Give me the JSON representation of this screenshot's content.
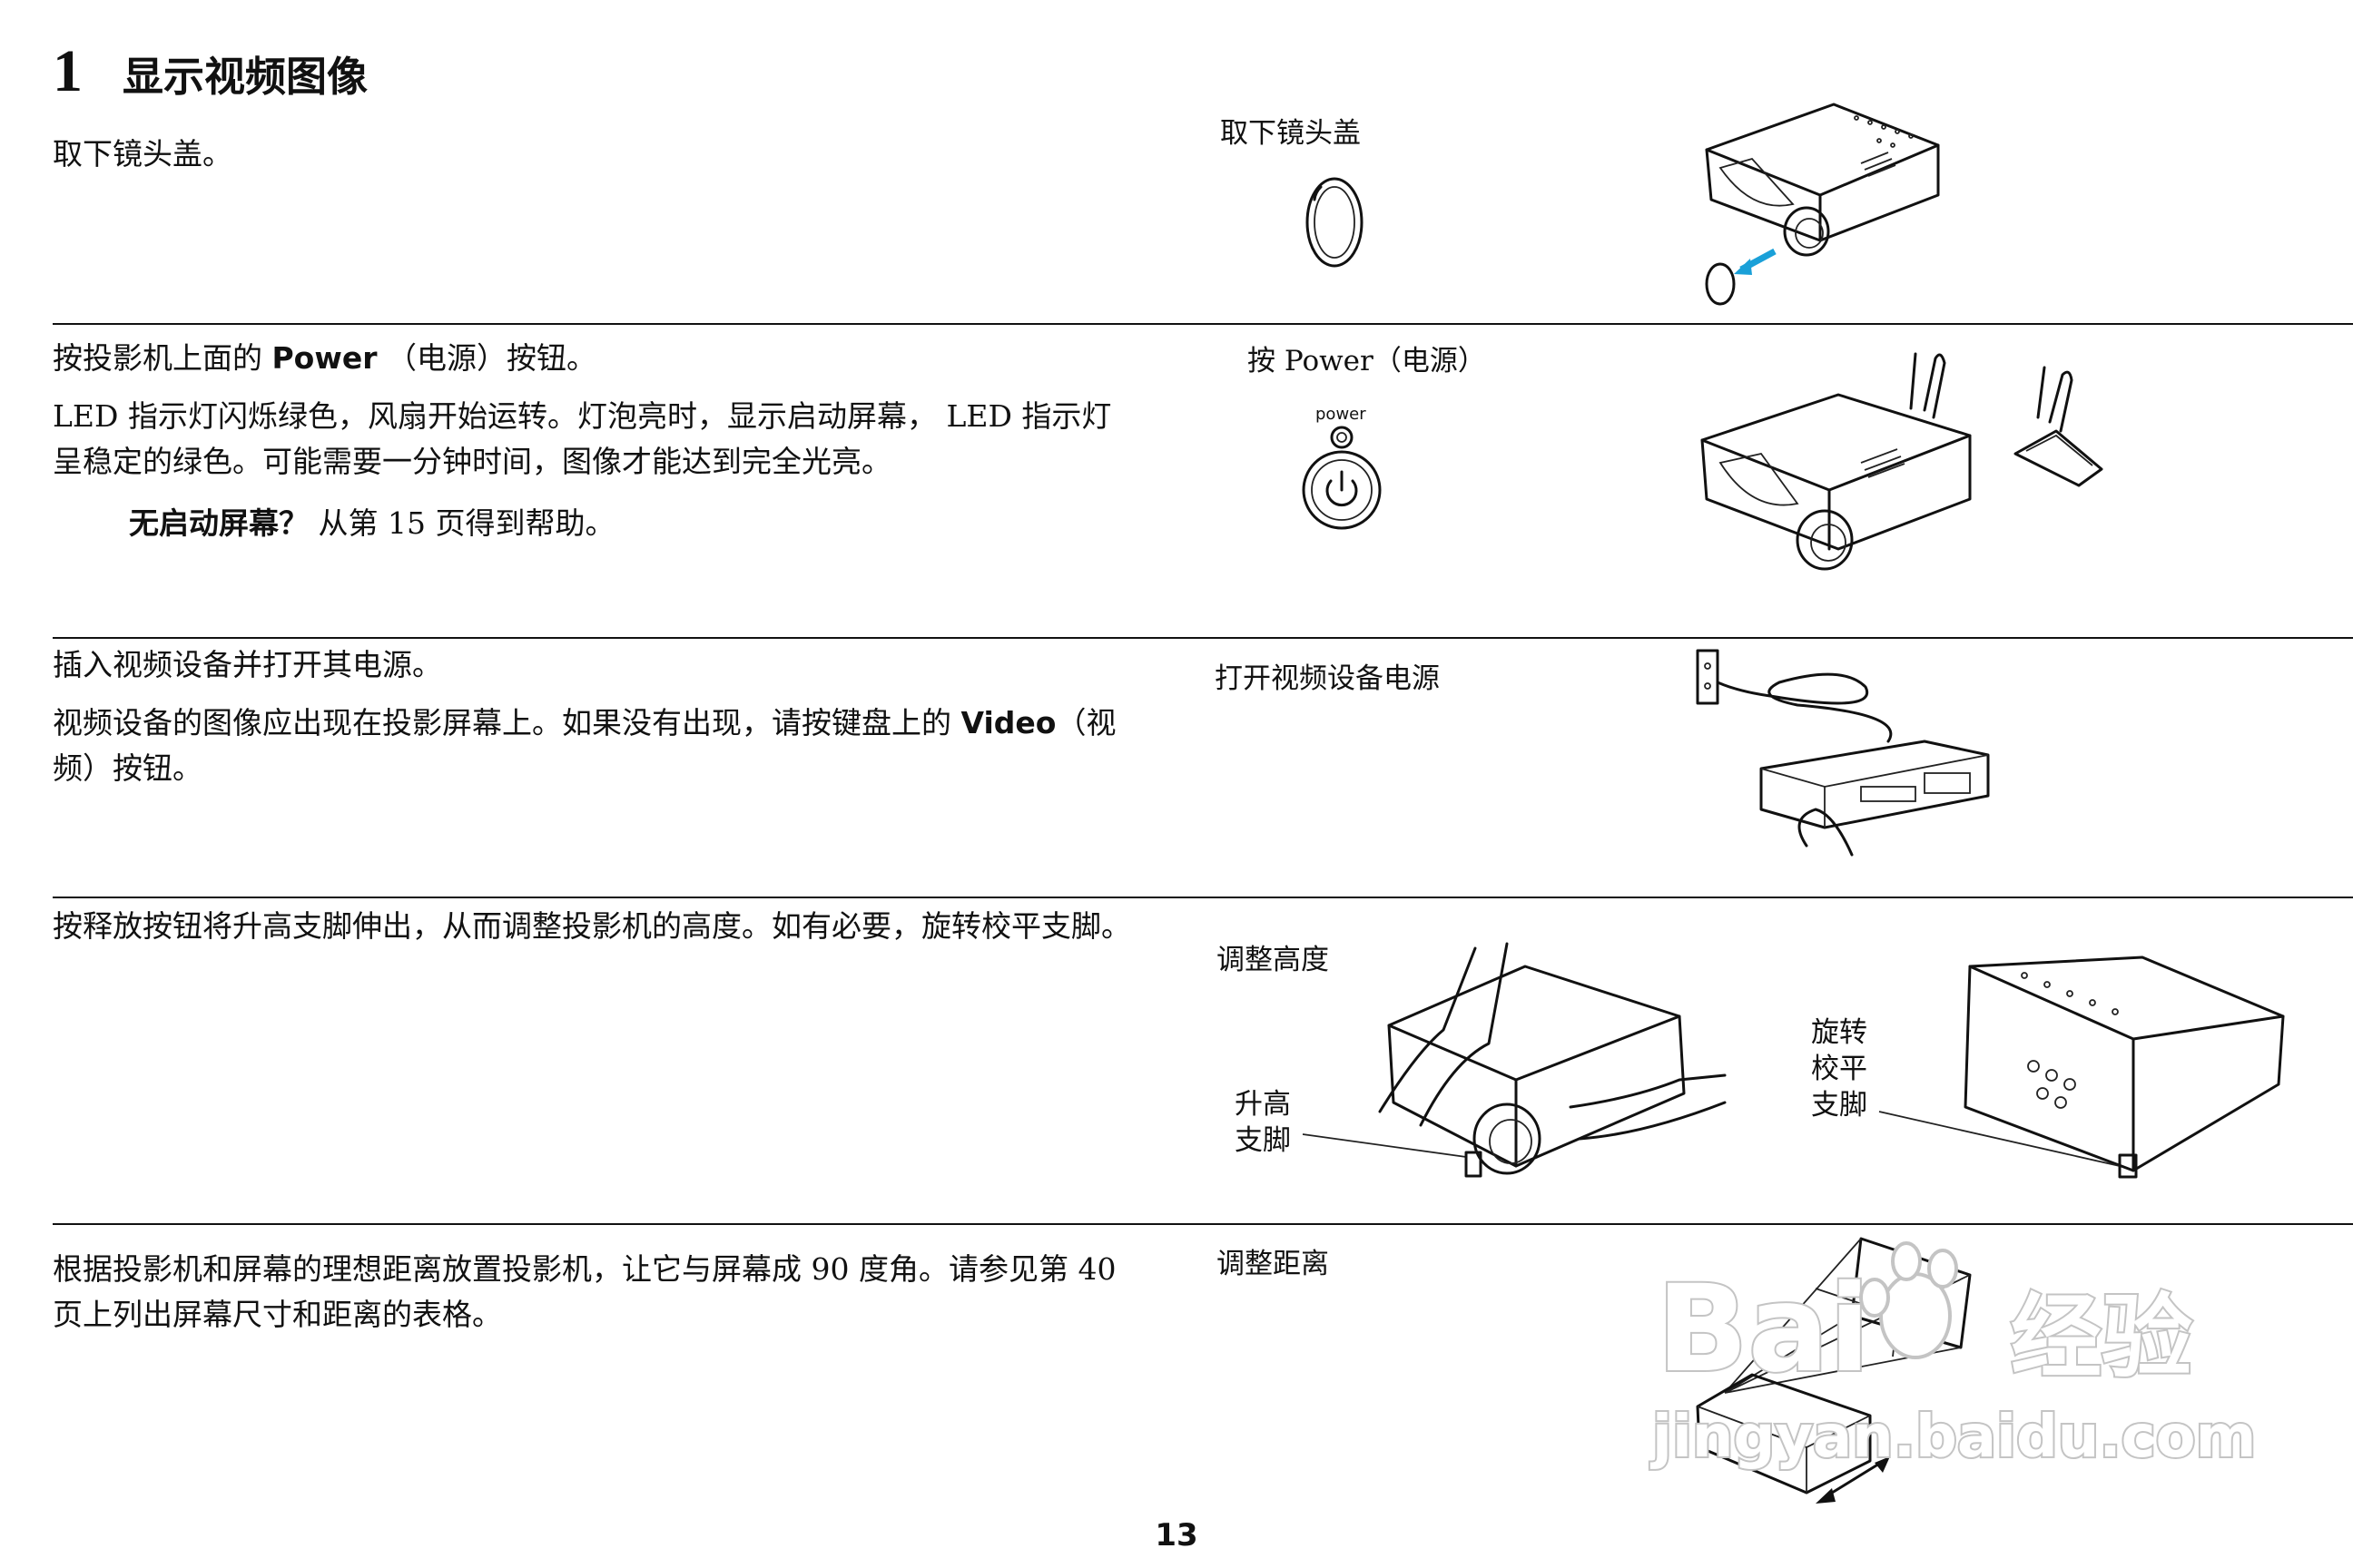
{
  "section": {
    "number": "1",
    "title": "显示视频图像"
  },
  "steps": [
    {
      "text": "取下镜头盖。",
      "caption": "取下镜头盖"
    },
    {
      "text_prefix": "按投影机上面的 ",
      "text_bold": "Power",
      "text_suffix": " （电源）按钮。",
      "text2": "LED 指示灯闪烁绿色，风扇开始运转。灯泡亮时，显示启动屏幕， LED 指示灯呈稳定的绿色。可能需要一分钟时间，图像才能达到完全光亮。",
      "note_bold": "无启动屏幕？",
      "note_text": "  从第 15 页得到帮助。",
      "caption": "按 Power（电源）",
      "power_label": "power"
    },
    {
      "text": "插入视频设备并打开其电源。",
      "text2_prefix": "视频设备的图像应出现在投影屏幕上。如果没有出现，请按键盘上的 ",
      "text2_bold": "Video",
      "text2_suffix": "（视频）按钮。",
      "caption": "打开视频设备电源"
    },
    {
      "text": "按释放按钮将升高支脚伸出，从而调整投影机的高度。如有必要，旋转校平支脚。",
      "caption": "调整高度",
      "label_raise_1": "升高",
      "label_raise_2": "支脚",
      "label_level_1": "旋转",
      "label_level_2": "校平",
      "label_level_3": "支脚"
    },
    {
      "text": "根据投影机和屏幕的理想距离放置投影机，让它与屏幕成 90 度角。请参见第 40 页上列出屏幕尺寸和距离的表格。",
      "caption": "调整距离"
    }
  ],
  "watermark": {
    "brand": "Bai",
    "brand_cn": "经验",
    "url": "jingyan.baidu.com"
  },
  "page_number": "13",
  "colors": {
    "arrow": "#1aa0d8",
    "rule": "#111111"
  }
}
